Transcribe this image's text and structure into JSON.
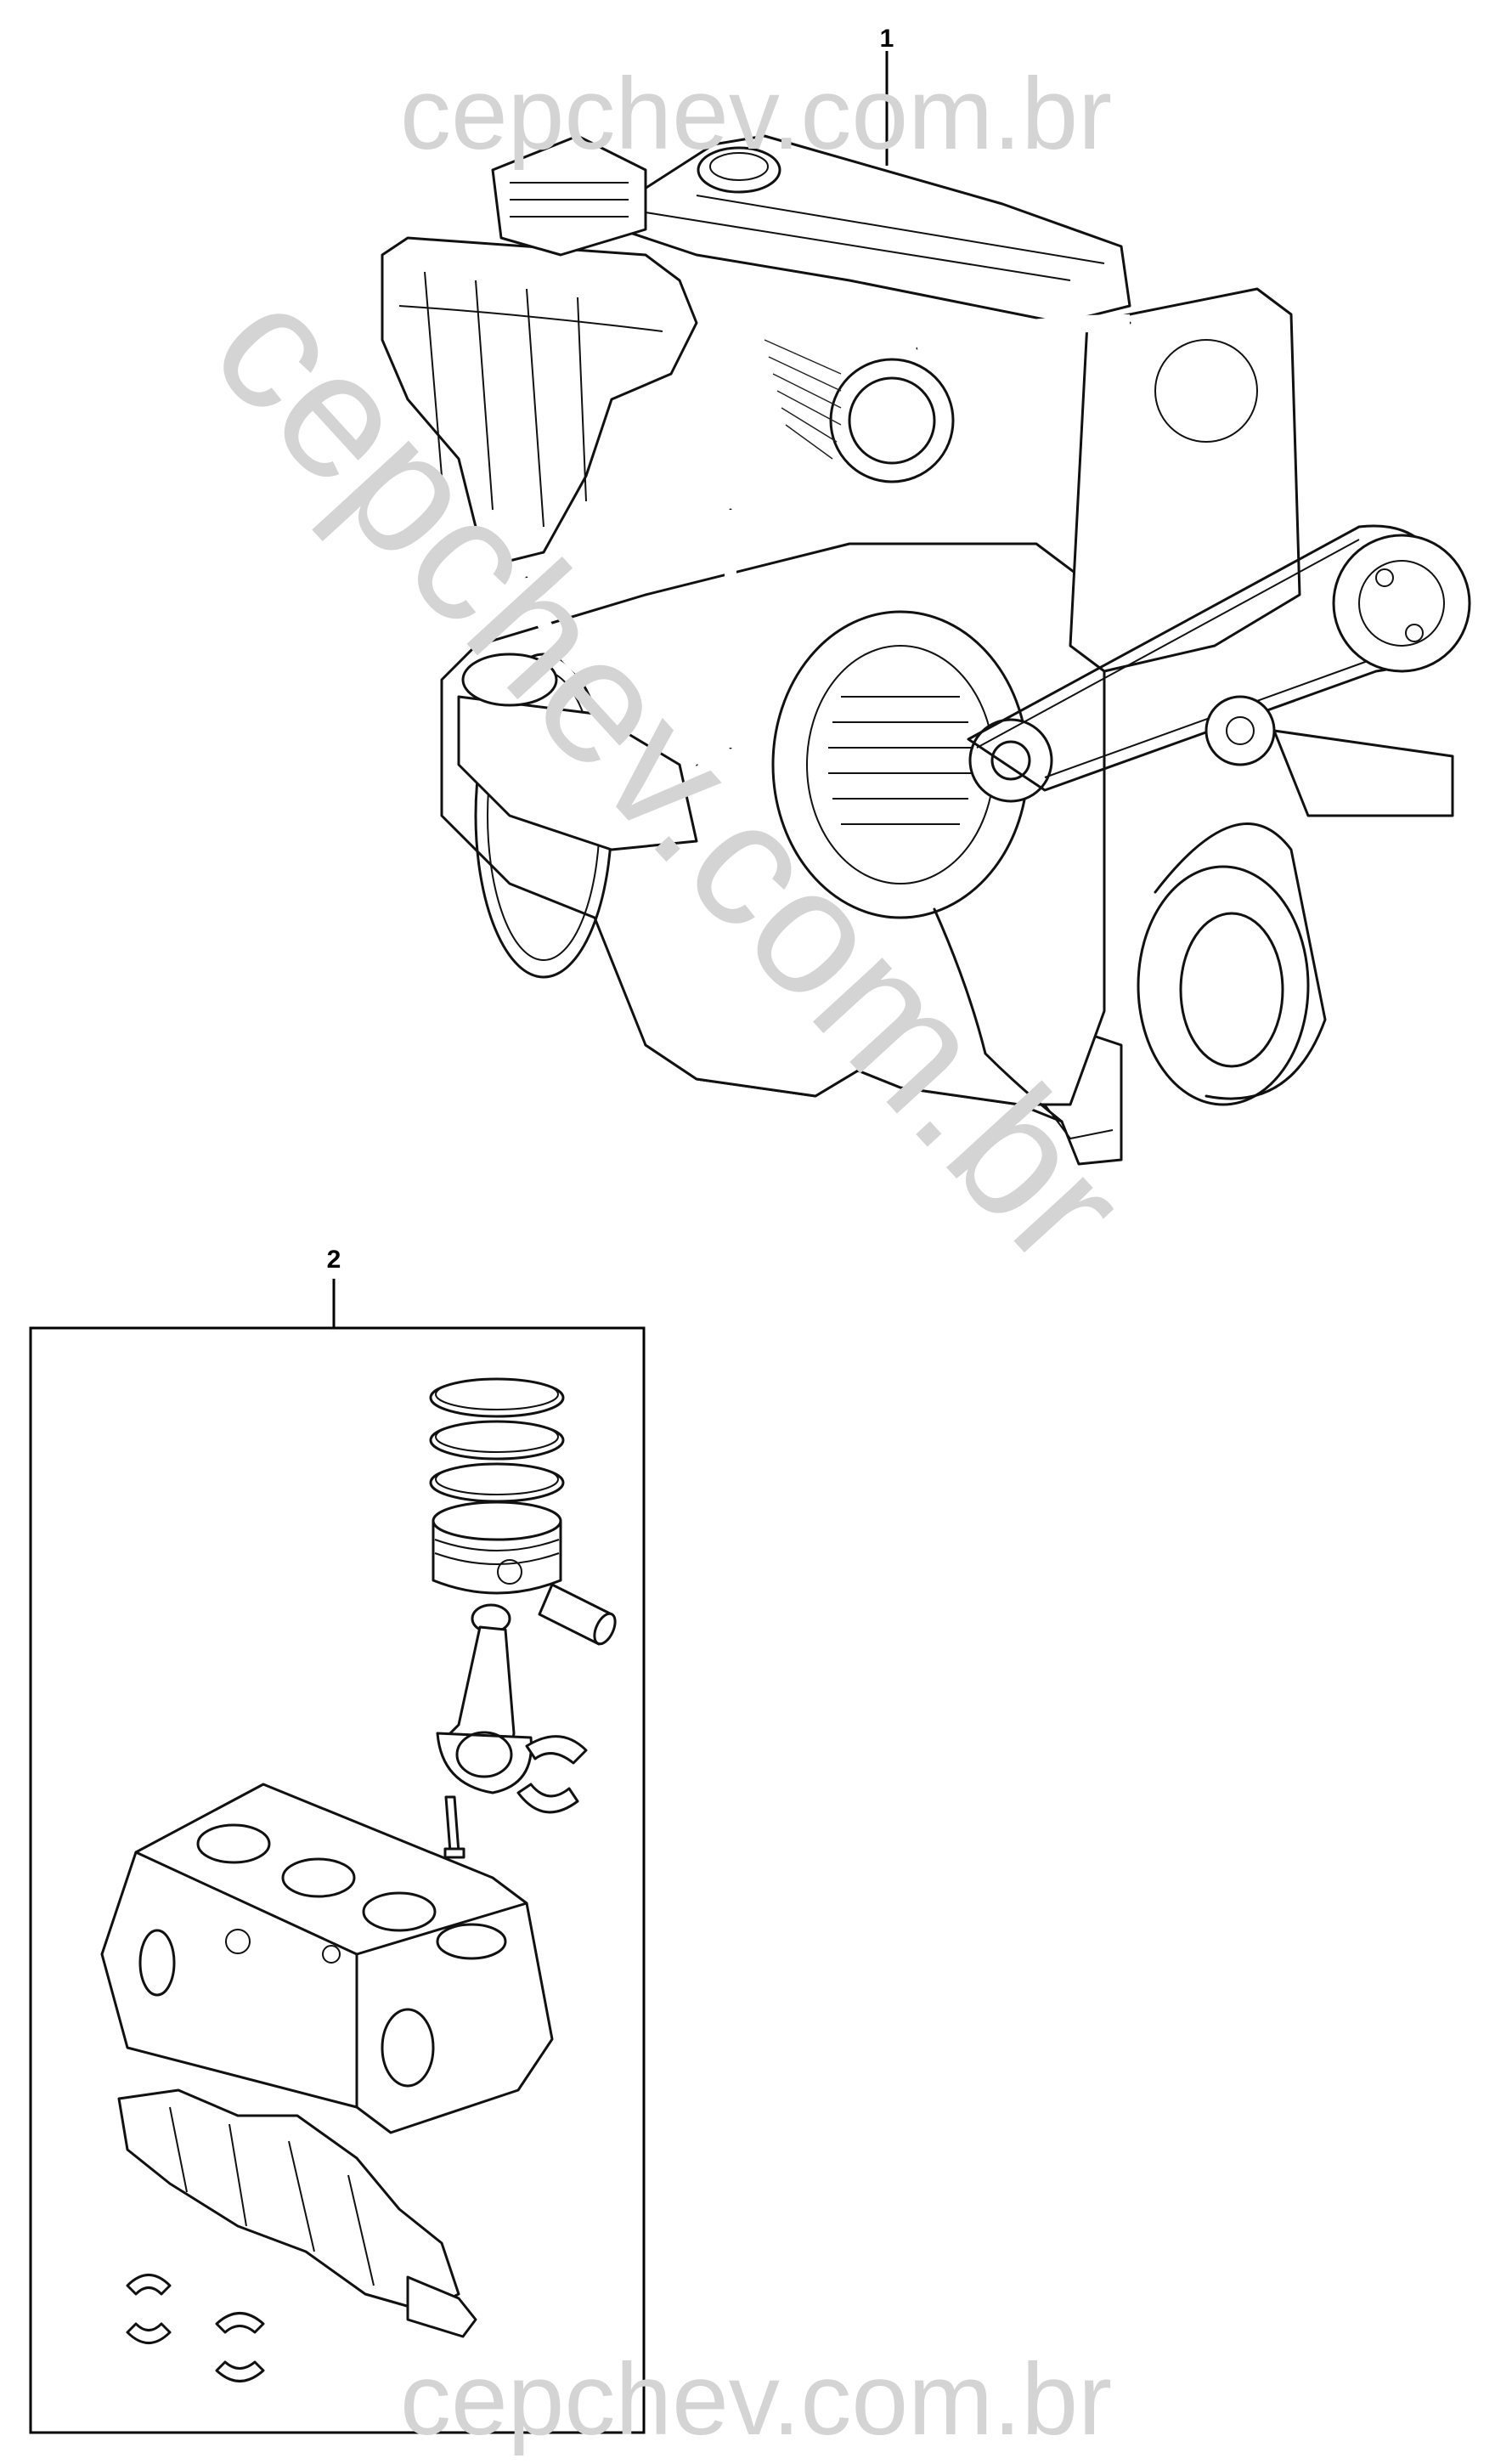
{
  "callouts": {
    "engine_assembly": "1",
    "short_block_kit": "2"
  },
  "watermark": {
    "top": "cepchev.com.br",
    "diagonal": "cepchev.com.br",
    "bottom": "cepchev.com.br"
  },
  "colors": {
    "line": "#111111",
    "watermark": "#d4d4d4",
    "background": "#ffffff"
  }
}
